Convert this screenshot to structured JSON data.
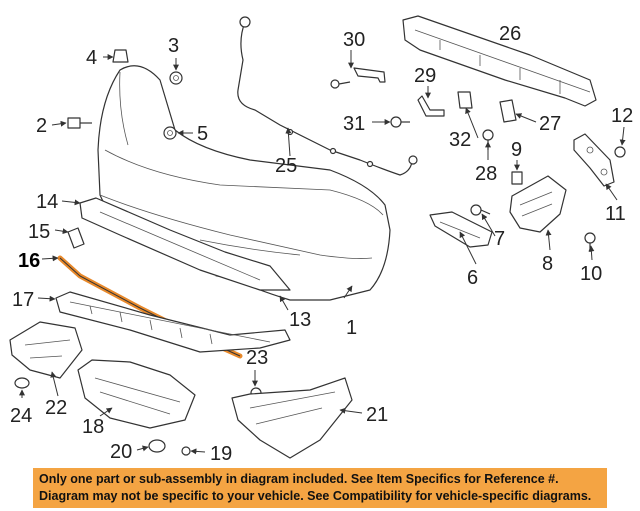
{
  "callouts": {
    "c1": "1",
    "c2": "2",
    "c3": "3",
    "c4": "4",
    "c5": "5",
    "c6": "6",
    "c7": "7",
    "c8": "8",
    "c9": "9",
    "c10": "10",
    "c11": "11",
    "c12": "12",
    "c13": "13",
    "c14": "14",
    "c15": "15",
    "c16": "16",
    "c17": "17",
    "c18": "18",
    "c19": "19",
    "c20": "20",
    "c21": "21",
    "c22": "22",
    "c23": "23",
    "c24": "24",
    "c25": "25",
    "c26": "26",
    "c27": "27",
    "c28": "28",
    "c29": "29",
    "c30": "30",
    "c31": "31",
    "c32": "32"
  },
  "highlighted_part": "16",
  "highlight_color": "#e8892b",
  "banner_color": "#f4a443",
  "disclaimer": {
    "line1": "Only one part or sub-assembly in diagram included. See Item Specifics for Reference #.",
    "line2": "Diagram may not be specific to your vehicle. See Compatibility for vehicle-specific diagrams."
  }
}
